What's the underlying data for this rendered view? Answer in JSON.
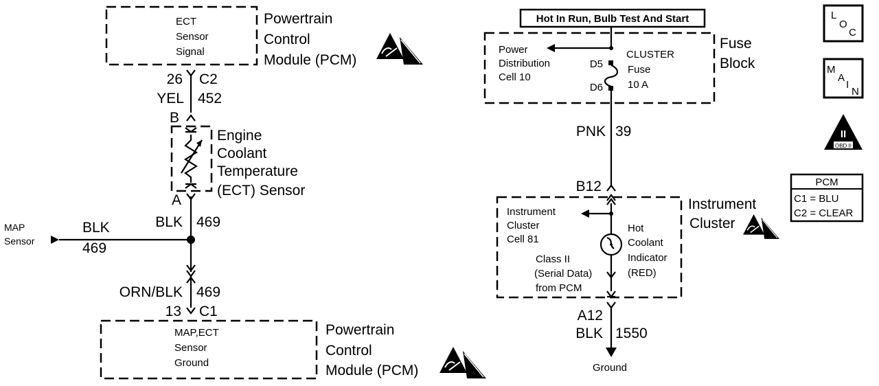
{
  "pcm_top": {
    "inner": [
      "ECT",
      "Sensor",
      "Signal"
    ],
    "label": [
      "Powertrain",
      "Control",
      "Module (PCM)"
    ]
  },
  "wire_top": {
    "pin": "26",
    "conn": "C2",
    "color": "YEL",
    "circuit": "452"
  },
  "ect_sensor": {
    "pin_b": "B",
    "pin_a": "A",
    "label": [
      "Engine",
      "Coolant",
      "Temperature",
      "(ECT) Sensor"
    ]
  },
  "wire_mid": {
    "color": "BLK",
    "circuit": "469"
  },
  "map_sensor": {
    "label": [
      "MAP",
      "Sensor"
    ],
    "color": "BLK",
    "circuit": "469"
  },
  "wire_bottom": {
    "color": "ORN/BLK",
    "circuit": "469",
    "pin": "13",
    "conn": "C1"
  },
  "pcm_bottom": {
    "inner": [
      "MAP,ECT",
      "Sensor",
      "Ground"
    ],
    "label": [
      "Powertrain",
      "Control",
      "Module (PCM)"
    ]
  },
  "hot_label": "Hot In Run, Bulb Test And Start",
  "fuse_block": {
    "label": [
      "Fuse",
      "Block"
    ],
    "pdc": [
      "Power",
      "Distribution",
      "Cell 10"
    ],
    "fuse": [
      "CLUSTER",
      "Fuse",
      "10 A"
    ],
    "pin_top": "D5",
    "pin_bottom": "D6"
  },
  "wire_pnk": {
    "color": "PNK",
    "circuit": "39"
  },
  "instrument_cluster": {
    "connector_in": "B12",
    "label": [
      "Instrument",
      "Cluster"
    ],
    "cell": [
      "Instrument",
      "Cluster",
      "Cell 81"
    ],
    "indicator": [
      "Hot",
      "Coolant",
      "Indicator",
      "(RED)"
    ],
    "class2": [
      "Class II",
      "(Serial Data)",
      "from PCM"
    ],
    "connector_out": "A12"
  },
  "wire_ground": {
    "color": "BLK",
    "circuit": "1550"
  },
  "ground_label": "Ground",
  "badges": {
    "loc": [
      "L",
      "O",
      "C"
    ],
    "main": [
      "M",
      "A",
      "I",
      "N"
    ],
    "obd": [
      "II",
      "OBD II"
    ]
  },
  "pcm_legend": {
    "title": "PCM",
    "rows": [
      "C1 = BLU",
      "C2 = CLEAR"
    ]
  }
}
